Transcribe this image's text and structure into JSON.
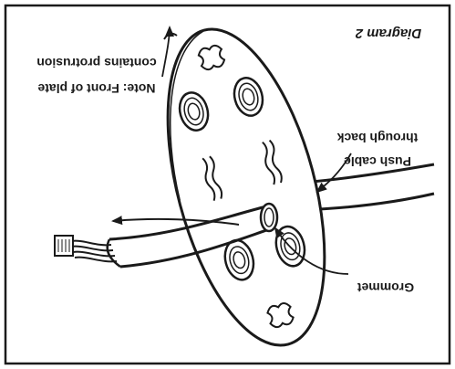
{
  "diagram": {
    "caption": "Diagram 2",
    "labels": {
      "note_line1": "Note: Front of plate",
      "note_line2": "contains protrusion",
      "push_line1": "Push cable",
      "push_line2": "through back",
      "grommet": "Grommet"
    },
    "colors": {
      "frame": "#1a1a1a",
      "plate": "#ffffff",
      "cable": "#ffffff",
      "ink": "#1a1a1a"
    },
    "icons": [
      "wall-plate",
      "cable",
      "grommet",
      "connector",
      "arrow"
    ]
  }
}
